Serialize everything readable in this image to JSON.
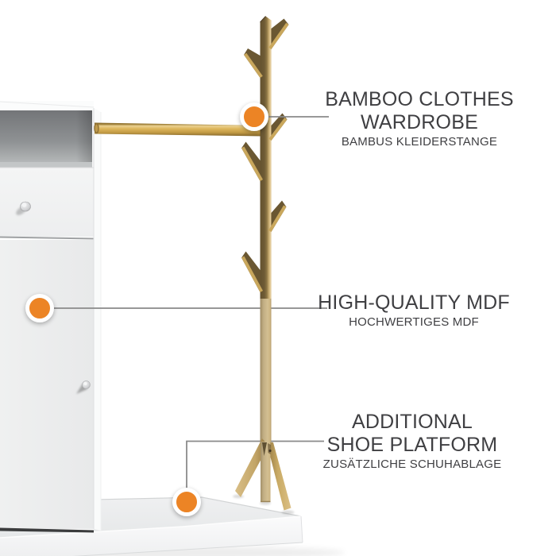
{
  "callouts": [
    {
      "title_lines": [
        "BAMBOO CLOTHES",
        "WARDROBE"
      ],
      "subtitle": "BAMBUS KLEIDERSTANGE"
    },
    {
      "title_lines": [
        "HIGH-QUALITY MDF"
      ],
      "subtitle": "HOCHWERTIGES MDF"
    },
    {
      "title_lines": [
        "ADDITIONAL",
        "SHOE PLATFORM"
      ],
      "subtitle": "ZUSÄTZLICHE SCHUHABLAGE"
    }
  ],
  "icons": {
    "marker": "orange-dot-marker"
  },
  "colors": {
    "accent_orange": "#EC8425",
    "callout_line": "#8A8A8A",
    "text": "#3F3F42",
    "bamboo_light": "#D9B55C",
    "bamboo_dark": "#6A5733",
    "cabinet_interior": "#8F9294",
    "furniture_white": "#F0F1F2"
  }
}
